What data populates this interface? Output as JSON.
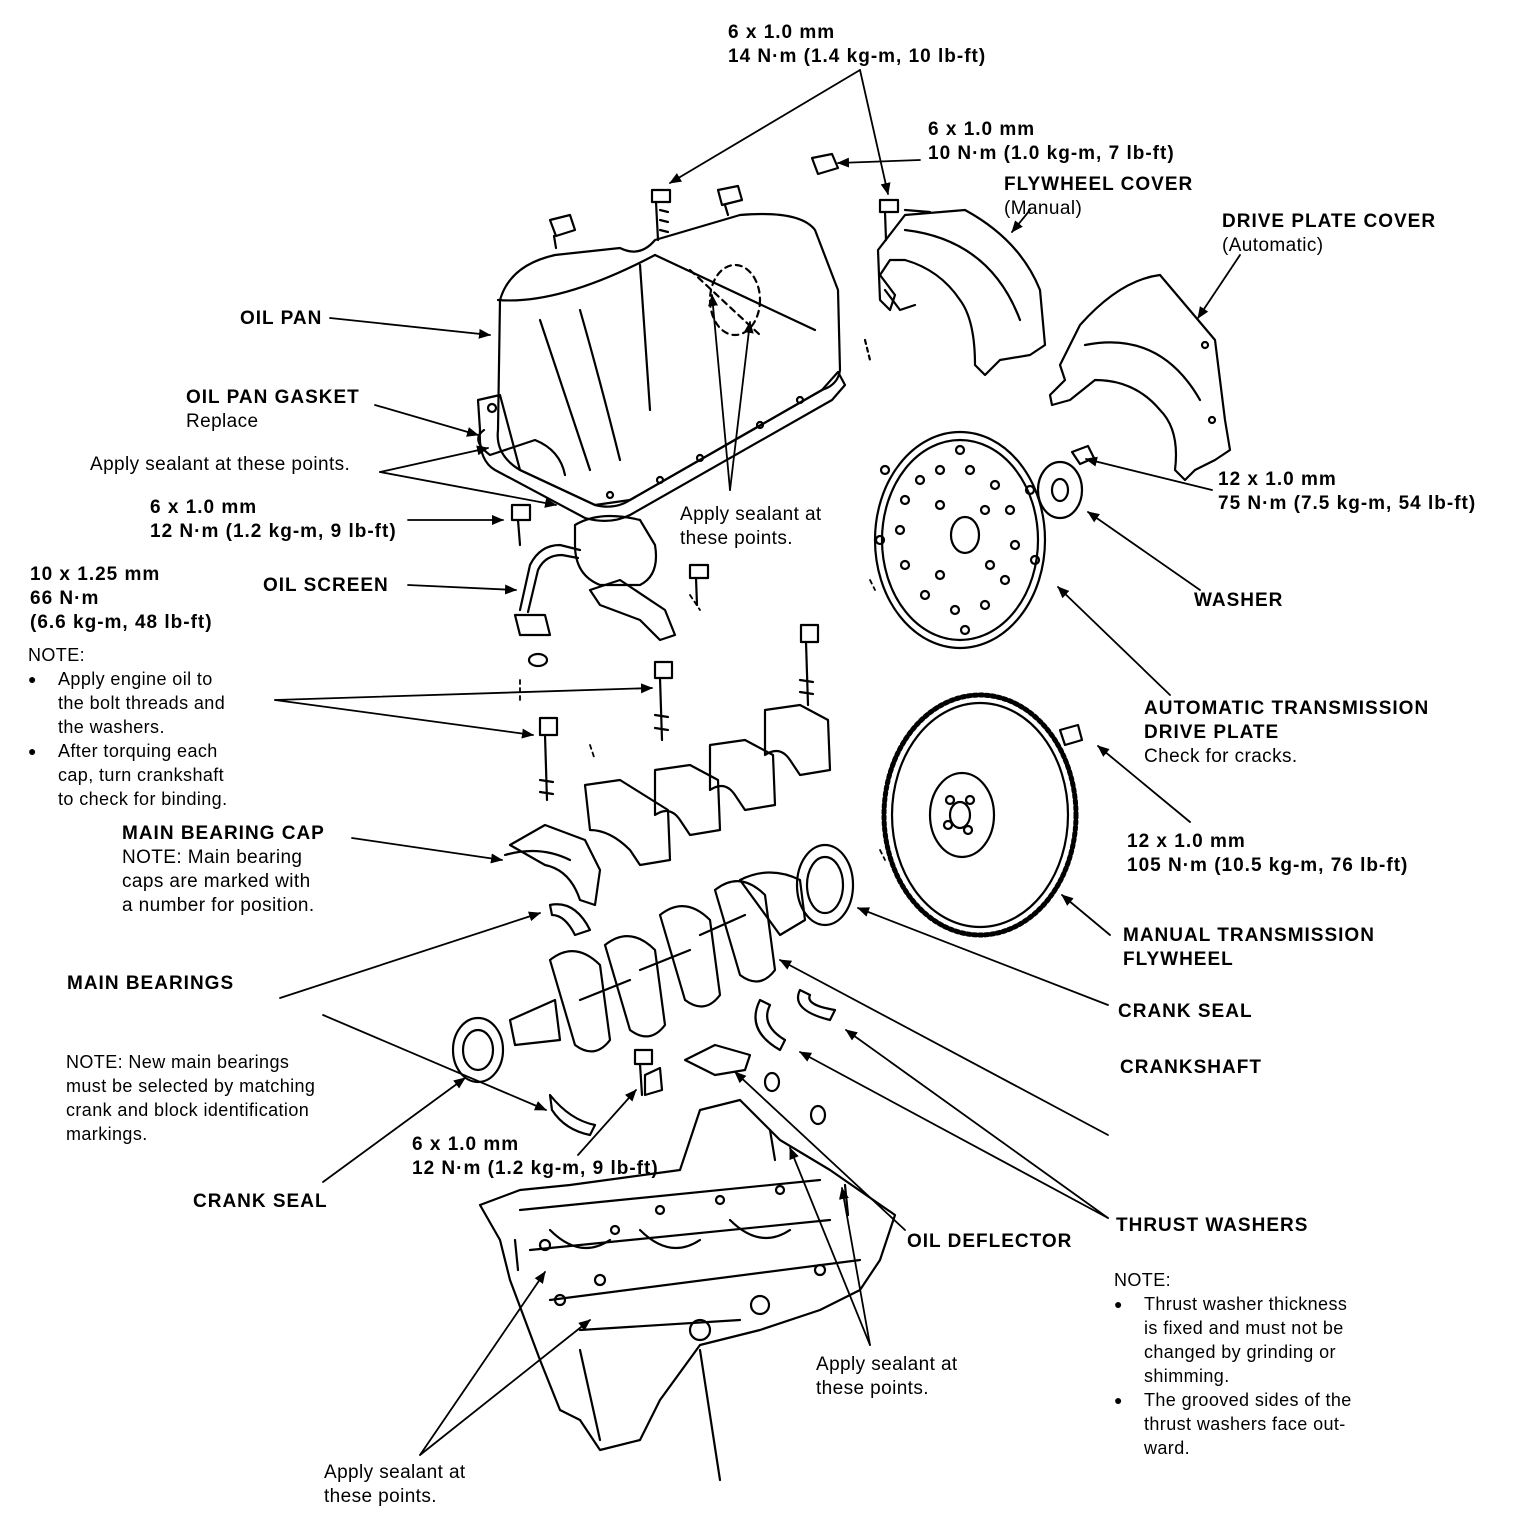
{
  "colors": {
    "ink": "#000000",
    "paper": "#ffffff"
  },
  "labels": {
    "top_bolt_size": "6 x 1.0 mm",
    "top_bolt_torque": "14 N·m (1.4 kg-m, 10 lb-ft)",
    "cover_bolt_size": "6 x 1.0 mm",
    "cover_bolt_torque": "10 N·m (1.0 kg-m, 7 lb-ft)",
    "flywheel_cover": "FLYWHEEL COVER",
    "flywheel_cover_sub": "(Manual)",
    "drive_plate_cover": "DRIVE PLATE COVER",
    "drive_plate_cover_sub": "(Automatic)",
    "oil_pan": "OIL PAN",
    "oil_pan_gasket": "OIL PAN GASKET",
    "oil_pan_gasket_sub": "Replace",
    "apply_sealant_left": "Apply sealant at these points.",
    "pan_bolt_size": "6 x 1.0 mm",
    "pan_bolt_torque": "12 N·m (1.2 kg-m, 9 lb-ft)",
    "apply_sealant_mid_1": "Apply sealant at",
    "apply_sealant_mid_2": "these points.",
    "dp_bolt_size": "12 x 1.0 mm",
    "dp_bolt_torque": "75 N·m (7.5 kg-m, 54 lb-ft)",
    "screen_bolt_size": "10 x 1.25 mm",
    "screen_bolt_torque_1": "66 N·m",
    "screen_bolt_torque_2": "(6.6 kg-m, 48 lb-ft)",
    "oil_screen": "OIL SCREEN",
    "washer": "WASHER",
    "note_heading": "NOTE:",
    "note1_l1": "Apply engine oil to",
    "note1_l2": "the bolt threads and",
    "note1_l3": "the washers.",
    "note2_l1": "After torquing each",
    "note2_l2": "cap, turn crankshaft",
    "note2_l3": "to check for binding.",
    "atdp_1": "AUTOMATIC TRANSMISSION",
    "atdp_2": "DRIVE PLATE",
    "atdp_sub": "Check for cracks.",
    "main_bearing_cap": "MAIN BEARING CAP",
    "mbc_note_1": "NOTE: Main bearing",
    "mbc_note_2": "caps are marked with",
    "mbc_note_3": "a number for position.",
    "fw_bolt_size": "12 x 1.0 mm",
    "fw_bolt_torque": "105 N·m (10.5 kg-m, 76 lb-ft)",
    "mtf_1": "MANUAL TRANSMISSION",
    "mtf_2": "FLYWHEEL",
    "main_bearings": "MAIN BEARINGS",
    "crank_seal_right": "CRANK SEAL",
    "crankshaft": "CRANKSHAFT",
    "mb_note_1": "NOTE: New main bearings",
    "mb_note_2": "must be selected by matching",
    "mb_note_3": "crank and block identification",
    "mb_note_4": "markings.",
    "def_bolt_size": "6 x 1.0 mm",
    "def_bolt_torque": "12 N·m (1.2 kg-m, 9 lb-ft)",
    "crank_seal_left": "CRANK SEAL",
    "oil_deflector": "OIL DEFLECTOR",
    "thrust_washers": "THRUST WASHERS",
    "tw_note_heading": "NOTE:",
    "tw_note1_l1": "Thrust washer thickness",
    "tw_note1_l2": "is fixed and must not be",
    "tw_note1_l3": "changed by grinding or",
    "tw_note1_l4": "shimming.",
    "tw_note2_l1": "The grooved sides of the",
    "tw_note2_l2": "thrust washers face out-",
    "tw_note2_l3": "ward.",
    "apply_sealant_block_1": "Apply sealant at",
    "apply_sealant_block_2": "these points.",
    "apply_sealant_bottom_1": "Apply sealant at",
    "apply_sealant_bottom_2": "these points."
  }
}
